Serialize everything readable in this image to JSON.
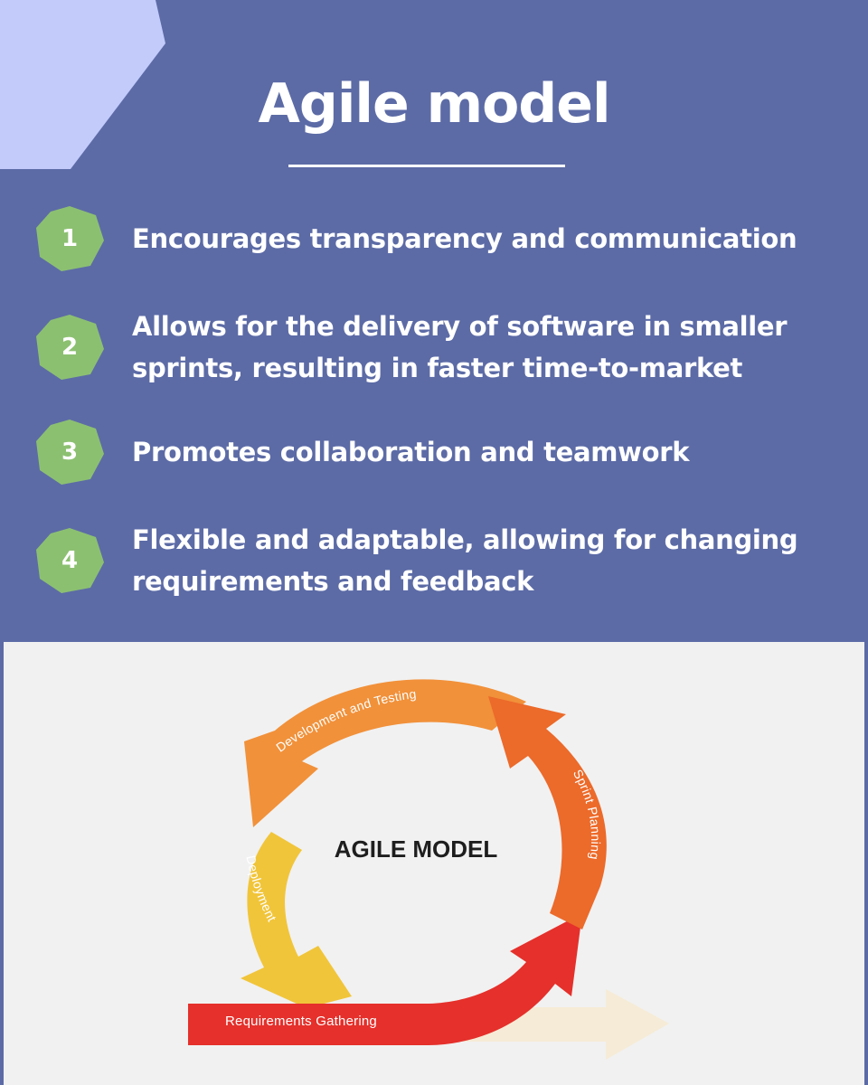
{
  "title": "Agile model",
  "colors": {
    "background": "#5c6ba6",
    "corner_accent": "#c3cbfb",
    "badge": "#8cc071",
    "panel": "#f1f1f1"
  },
  "benefits": [
    {
      "number": "1",
      "lines": [
        "Encourages transparency and communication"
      ]
    },
    {
      "number": "2",
      "lines": [
        "Allows for the delivery of software in smaller",
        "sprints, resulting in faster time-to-market"
      ]
    },
    {
      "number": "3",
      "lines": [
        "Promotes collaboration and teamwork"
      ]
    },
    {
      "number": "4",
      "lines": [
        "Flexible and adaptable, allowing for changing",
        "requirements and feedback"
      ]
    }
  ],
  "diagram": {
    "center_label": "AGILE MODEL",
    "stages": [
      {
        "label": "Development and Testing",
        "color": "#f1913a"
      },
      {
        "label": "Sprint Planning",
        "color": "#ec6a2a"
      },
      {
        "label": "Deployment",
        "color": "#f1c53a"
      },
      {
        "label": "Requirements Gathering",
        "color": "#e5302b"
      }
    ],
    "continuation_arrow_color": "#f6ebd6"
  }
}
